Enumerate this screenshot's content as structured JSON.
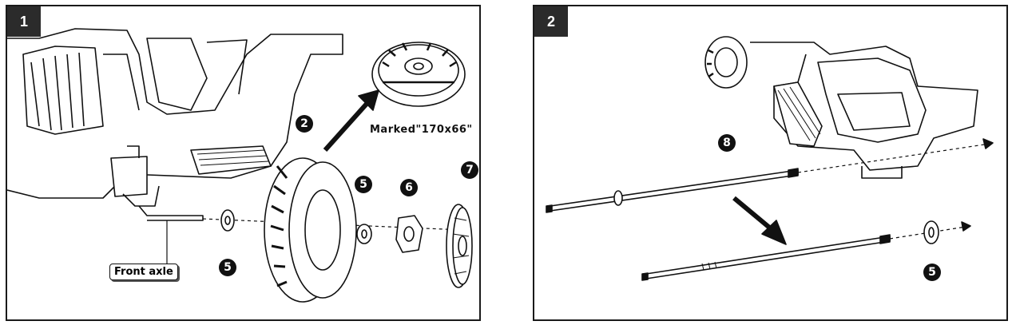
{
  "steps": [
    {
      "number": "1",
      "label_note": "Marked\"170x66\"",
      "label_axle": "Front axle",
      "callouts": [
        "2",
        "5",
        "6",
        "7",
        "5"
      ]
    },
    {
      "number": "2",
      "callouts": [
        "8",
        "5"
      ]
    }
  ],
  "colors": {
    "ink": "#111111",
    "badge": "#2b2b2b",
    "panel_border": "#1a1a1a"
  }
}
